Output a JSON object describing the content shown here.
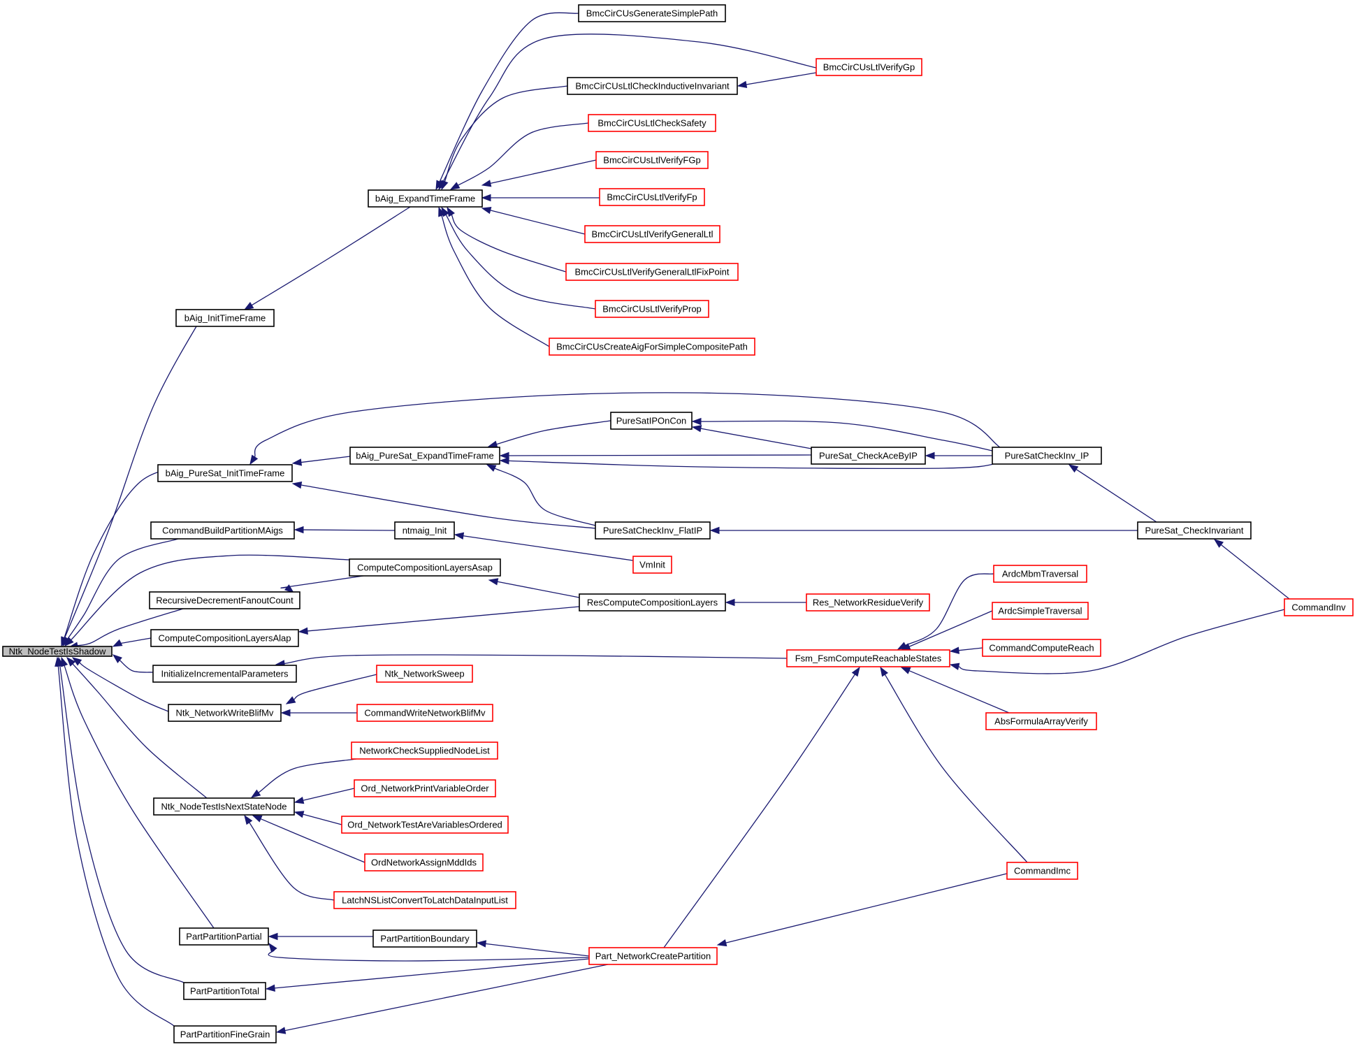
{
  "colors": {
    "edge": "#191970",
    "node_border_normal": "#000000",
    "node_border_truncated": "#ff0000",
    "root_fill": "#bfbfbf",
    "background": "#ffffff"
  },
  "graph": {
    "root": "Ntk_NodeTestIsShadow",
    "nodes": [
      {
        "id": "root",
        "label": "Ntk_NodeTestIsShadow",
        "style": "root"
      },
      {
        "id": "initTF",
        "label": "bAig_InitTimeFrame",
        "style": "normal"
      },
      {
        "id": "expandTF",
        "label": "bAig_ExpandTimeFrame",
        "style": "normal"
      },
      {
        "id": "genSimple",
        "label": "BmcCirCUsGenerateSimplePath",
        "style": "normal"
      },
      {
        "id": "verifyGp",
        "label": "BmcCirCUsLtlVerifyGp",
        "style": "truncated"
      },
      {
        "id": "checkInd",
        "label": "BmcCirCUsLtlCheckInductiveInvariant",
        "style": "normal"
      },
      {
        "id": "checkSafety",
        "label": "BmcCirCUsLtlCheckSafety",
        "style": "truncated"
      },
      {
        "id": "verifyFGp",
        "label": "BmcCirCUsLtlVerifyFGp",
        "style": "truncated"
      },
      {
        "id": "verifyFp",
        "label": "BmcCirCUsLtlVerifyFp",
        "style": "truncated"
      },
      {
        "id": "verifyGen",
        "label": "BmcCirCUsLtlVerifyGeneralLtl",
        "style": "truncated"
      },
      {
        "id": "verifyGenFix",
        "label": "BmcCirCUsLtlVerifyGeneralLtlFixPoint",
        "style": "truncated"
      },
      {
        "id": "verifyProp",
        "label": "BmcCirCUsLtlVerifyProp",
        "style": "truncated"
      },
      {
        "id": "createAig",
        "label": "BmcCirCUsCreateAigForSimpleCompositePath",
        "style": "truncated"
      },
      {
        "id": "psInitTF",
        "label": "bAig_PureSat_InitTimeFrame",
        "style": "normal"
      },
      {
        "id": "psExpandTF",
        "label": "bAig_PureSat_ExpandTimeFrame",
        "style": "normal"
      },
      {
        "id": "psIPOnCon",
        "label": "PureSatIPOnCon",
        "style": "normal"
      },
      {
        "id": "psCheckAce",
        "label": "PureSat_CheckAceByIP",
        "style": "normal"
      },
      {
        "id": "psCheckInvIP",
        "label": "PureSatCheckInv_IP",
        "style": "normal"
      },
      {
        "id": "psCheckInvFlat",
        "label": "PureSatCheckInv_FlatIP",
        "style": "normal"
      },
      {
        "id": "psCheckInv",
        "label": "PureSat_CheckInvariant",
        "style": "normal"
      },
      {
        "id": "cmdBuildPart",
        "label": "CommandBuildPartitionMAigs",
        "style": "normal"
      },
      {
        "id": "ntmaigInit",
        "label": "ntmaig_Init",
        "style": "normal"
      },
      {
        "id": "vmInit",
        "label": "VmInit",
        "style": "truncated"
      },
      {
        "id": "compAsap",
        "label": "ComputeCompositionLayersAsap",
        "style": "normal"
      },
      {
        "id": "recDec",
        "label": "RecursiveDecrementFanoutCount",
        "style": "normal"
      },
      {
        "id": "resComp",
        "label": "ResComputeCompositionLayers",
        "style": "normal"
      },
      {
        "id": "resVerify",
        "label": "Res_NetworkResidueVerify",
        "style": "truncated"
      },
      {
        "id": "compAlap",
        "label": "ComputeCompositionLayersAlap",
        "style": "normal"
      },
      {
        "id": "initIncr",
        "label": "InitializeIncrementalParameters",
        "style": "normal"
      },
      {
        "id": "fsmReach",
        "label": "Fsm_FsmComputeReachableStates",
        "style": "truncated"
      },
      {
        "id": "ardcMbm",
        "label": "ArdcMbmTraversal",
        "style": "truncated"
      },
      {
        "id": "ardcSimple",
        "label": "ArdcSimpleTraversal",
        "style": "truncated"
      },
      {
        "id": "cmdReach",
        "label": "CommandComputeReach",
        "style": "truncated"
      },
      {
        "id": "absFormula",
        "label": "AbsFormulaArrayVerify",
        "style": "truncated"
      },
      {
        "id": "cmdInv",
        "label": "CommandInv",
        "style": "truncated"
      },
      {
        "id": "ntkBlifMv",
        "label": "Ntk_NetworkWriteBlifMv",
        "style": "normal"
      },
      {
        "id": "ntkSweep",
        "label": "Ntk_NetworkSweep",
        "style": "truncated"
      },
      {
        "id": "cmdWriteBlif",
        "label": "CommandWriteNetworkBlifMv",
        "style": "truncated"
      },
      {
        "id": "ntkNextState",
        "label": "Ntk_NodeTestIsNextStateNode",
        "style": "normal"
      },
      {
        "id": "netCheck",
        "label": "NetworkCheckSuppliedNodeList",
        "style": "truncated"
      },
      {
        "id": "ordPrint",
        "label": "Ord_NetworkPrintVariableOrder",
        "style": "truncated"
      },
      {
        "id": "ordTest",
        "label": "Ord_NetworkTestAreVariablesOrdered",
        "style": "truncated"
      },
      {
        "id": "ordAssign",
        "label": "OrdNetworkAssignMddIds",
        "style": "truncated"
      },
      {
        "id": "latchNS",
        "label": "LatchNSListConvertToLatchDataInputList",
        "style": "truncated"
      },
      {
        "id": "cmdImc",
        "label": "CommandImc",
        "style": "truncated"
      },
      {
        "id": "partPartial",
        "label": "PartPartitionPartial",
        "style": "normal"
      },
      {
        "id": "partBoundary",
        "label": "PartPartitionBoundary",
        "style": "normal"
      },
      {
        "id": "partCreate",
        "label": "Part_NetworkCreatePartition",
        "style": "truncated"
      },
      {
        "id": "partTotal",
        "label": "PartPartitionTotal",
        "style": "normal"
      },
      {
        "id": "partFine",
        "label": "PartPartitionFineGrain",
        "style": "normal"
      }
    ],
    "edges": [
      {
        "from": "initTF",
        "to": "root"
      },
      {
        "from": "psInitTF",
        "to": "root"
      },
      {
        "from": "cmdBuildPart",
        "to": "root"
      },
      {
        "from": "compAsap",
        "to": "root"
      },
      {
        "from": "recDec",
        "to": "root"
      },
      {
        "from": "compAlap",
        "to": "root"
      },
      {
        "from": "initIncr",
        "to": "root"
      },
      {
        "from": "ntkBlifMv",
        "to": "root"
      },
      {
        "from": "ntkNextState",
        "to": "root"
      },
      {
        "from": "partPartial",
        "to": "root"
      },
      {
        "from": "partTotal",
        "to": "root"
      },
      {
        "from": "partFine",
        "to": "root"
      },
      {
        "from": "expandTF",
        "to": "initTF"
      },
      {
        "from": "genSimple",
        "to": "expandTF"
      },
      {
        "from": "verifyGp",
        "to": "expandTF"
      },
      {
        "from": "checkInd",
        "to": "expandTF"
      },
      {
        "from": "checkSafety",
        "to": "expandTF"
      },
      {
        "from": "verifyFGp",
        "to": "expandTF"
      },
      {
        "from": "verifyFp",
        "to": "expandTF"
      },
      {
        "from": "verifyGen",
        "to": "expandTF"
      },
      {
        "from": "verifyGenFix",
        "to": "expandTF"
      },
      {
        "from": "verifyProp",
        "to": "expandTF"
      },
      {
        "from": "createAig",
        "to": "expandTF"
      },
      {
        "from": "verifyGp",
        "to": "checkInd"
      },
      {
        "from": "psExpandTF",
        "to": "psInitTF"
      },
      {
        "from": "psCheckInvIP",
        "to": "psInitTF"
      },
      {
        "from": "psCheckInvFlat",
        "to": "psInitTF"
      },
      {
        "from": "psIPOnCon",
        "to": "psExpandTF"
      },
      {
        "from": "psCheckAce",
        "to": "psExpandTF"
      },
      {
        "from": "psCheckInvIP",
        "to": "psExpandTF"
      },
      {
        "from": "psCheckInvFlat",
        "to": "psExpandTF"
      },
      {
        "from": "psCheckAce",
        "to": "psIPOnCon"
      },
      {
        "from": "psCheckInvIP",
        "to": "psIPOnCon"
      },
      {
        "from": "psCheckInvIP",
        "to": "psCheckAce"
      },
      {
        "from": "psCheckInv",
        "to": "psCheckInvIP"
      },
      {
        "from": "psCheckInv",
        "to": "psCheckInvFlat"
      },
      {
        "from": "cmdInv",
        "to": "psCheckInv"
      },
      {
        "from": "ntmaigInit",
        "to": "cmdBuildPart"
      },
      {
        "from": "vmInit",
        "to": "ntmaigInit"
      },
      {
        "from": "compAsap",
        "to": "recDec"
      },
      {
        "from": "resComp",
        "to": "compAsap"
      },
      {
        "from": "resComp",
        "to": "compAlap"
      },
      {
        "from": "resVerify",
        "to": "resComp"
      },
      {
        "from": "fsmReach",
        "to": "initIncr"
      },
      {
        "from": "ardcMbm",
        "to": "fsmReach"
      },
      {
        "from": "ardcSimple",
        "to": "fsmReach"
      },
      {
        "from": "cmdReach",
        "to": "fsmReach"
      },
      {
        "from": "absFormula",
        "to": "fsmReach"
      },
      {
        "from": "cmdInv",
        "to": "fsmReach"
      },
      {
        "from": "cmdImc",
        "to": "fsmReach"
      },
      {
        "from": "partCreate",
        "to": "fsmReach"
      },
      {
        "from": "ntkSweep",
        "to": "ntkBlifMv"
      },
      {
        "from": "cmdWriteBlif",
        "to": "ntkBlifMv"
      },
      {
        "from": "netCheck",
        "to": "ntkNextState"
      },
      {
        "from": "ordPrint",
        "to": "ntkNextState"
      },
      {
        "from": "ordTest",
        "to": "ntkNextState"
      },
      {
        "from": "ordAssign",
        "to": "ntkNextState"
      },
      {
        "from": "latchNS",
        "to": "ntkNextState"
      },
      {
        "from": "partBoundary",
        "to": "partPartial"
      },
      {
        "from": "partCreate",
        "to": "partPartial"
      },
      {
        "from": "partCreate",
        "to": "partBoundary"
      },
      {
        "from": "partCreate",
        "to": "partTotal"
      },
      {
        "from": "partCreate",
        "to": "partFine"
      },
      {
        "from": "cmdImc",
        "to": "partCreate"
      }
    ]
  }
}
